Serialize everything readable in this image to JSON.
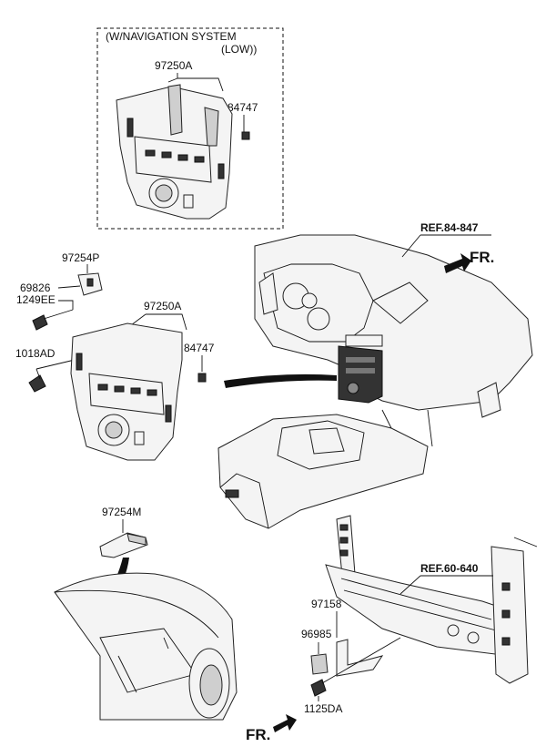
{
  "labels": {
    "nav_title_1": "(W/NAVIGATION SYSTEM",
    "nav_title_2": "(LOW))",
    "part_97250A_top": "97250A",
    "part_84747_top": "84747",
    "ref_84_847": "REF.84-847",
    "fr_top": "FR.",
    "part_97254P": "97254P",
    "part_69826": "69826",
    "part_1249EE": "1249EE",
    "part_97250A_mid": "97250A",
    "part_1018AD": "1018AD",
    "part_84747_mid": "84747",
    "part_97254M": "97254M",
    "ref_60_640": "REF.60-640",
    "part_97158": "97158",
    "part_96985": "96985",
    "part_1125DA": "1125DA",
    "fr_bottom": "FR."
  }
}
